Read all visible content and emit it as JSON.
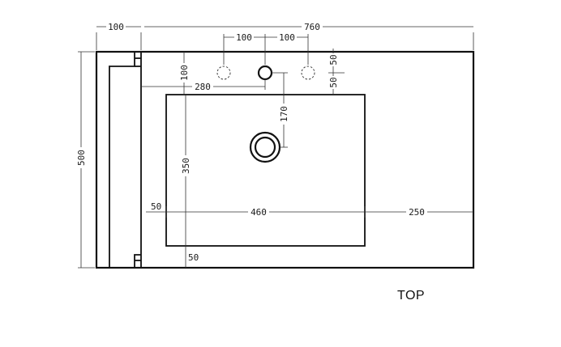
{
  "view_title": "TOP",
  "dimensions": {
    "d_100_top_left": "100",
    "d_760_total_width": "760",
    "d_100_tap_left": "100",
    "d_100_tap_right": "100",
    "d_100_vertical": "100",
    "d_50_vertical_a": "50",
    "d_50_vertical_b": "50",
    "d_280": "280",
    "d_170": "170",
    "d_500_total_depth": "500",
    "d_350": "350",
    "d_50_left_margin": "50",
    "d_460_basin_width": "460",
    "d_250_right_margin": "250",
    "d_50_bottom_margin": "50"
  }
}
